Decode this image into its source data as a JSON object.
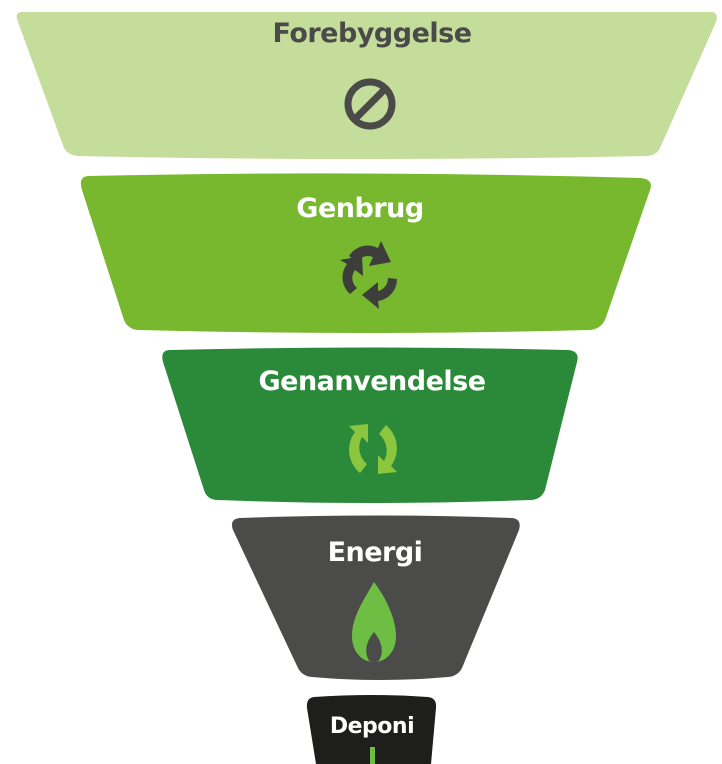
{
  "levels": [
    {
      "label": "Forebyggelse",
      "icon": "prohibited-icon",
      "fill": "#c5dd9b",
      "text_color": "#4a4a48",
      "icon_color": "#4a4a48"
    },
    {
      "label": "Genbrug",
      "icon": "recycle-arrows-icon",
      "fill": "#77b82e",
      "text_color": "#ffffff",
      "icon_color": "#3d3d3b"
    },
    {
      "label": "Genanvendelse",
      "icon": "refresh-arrows-icon",
      "fill": "#2b8a3a",
      "text_color": "#ffffff",
      "icon_color": "#8cc63f"
    },
    {
      "label": "Energi",
      "icon": "flame-icon",
      "fill": "#4b4b49",
      "text_color": "#ffffff",
      "icon_color": "#6fbe44"
    },
    {
      "label": "Deponi",
      "icon": "down-arrow-icon",
      "fill": "#1e1e1c",
      "text_color": "#ffffff",
      "icon_color": "#6fbe44"
    }
  ]
}
